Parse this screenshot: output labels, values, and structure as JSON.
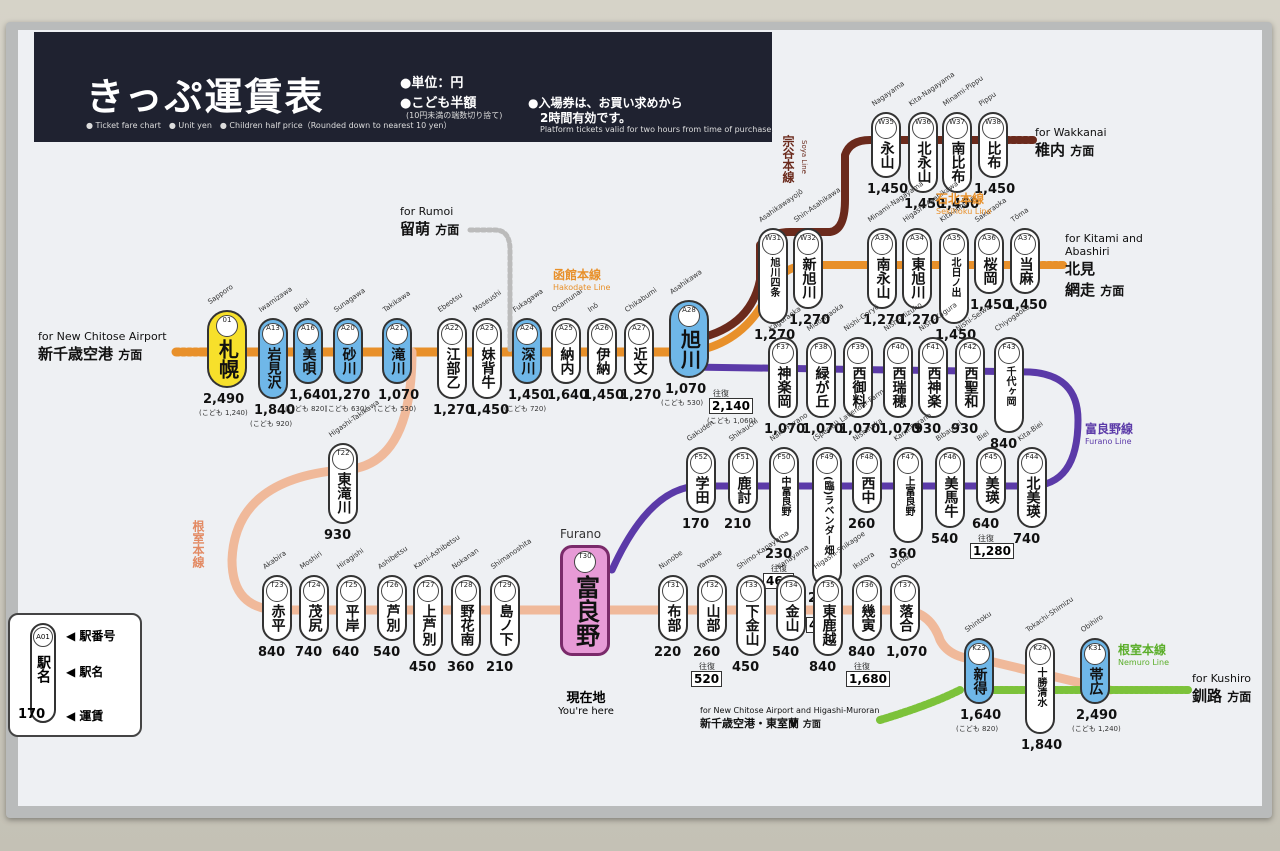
{
  "header": {
    "title": "きっぷ運賃表",
    "unit": "●単位：円",
    "child_half": "●こども半額",
    "child_note": "(10円未満の端数切り捨て)",
    "platform": "●入場券は、お買い求めから",
    "platform2": "2時間有効です。",
    "en_left": "● Ticket fare chart　● Unit yen　● Children half price（Rounded down to nearest 10 yen）",
    "en_right": "Platform tickets valid for two hours from time of purchase."
  },
  "colors": {
    "soya": "#6b2a1c",
    "sekihoku": "#e8902a",
    "hakodate": "#e8902a",
    "furano": "#5b3aa8",
    "nemuro": "#f0b99a",
    "nemuro_east": "#7cc23a",
    "sapporo": "#f7e02b",
    "blue": "#6fb7e8",
    "furano_st": "#e79ad6"
  },
  "directions": {
    "wakkanai": {
      "en": "for Wakkanai",
      "ja": "稚内",
      "hou": "方面"
    },
    "abashiri": {
      "en": "for Kitami and Abashiri",
      "ja": "北見",
      "ja2": "網走",
      "hou": "方面"
    },
    "rumoi": {
      "en": "for Rumoi",
      "ja": "留萌",
      "hou": "方面"
    },
    "chitose": {
      "en": "for New Chitose Airport",
      "ja": "新千歳空港",
      "hou": "方面"
    },
    "kushiro": {
      "en": "for Kushiro",
      "ja": "釧路",
      "hou": "方面"
    },
    "muroran": {
      "en": "for New Chitose Airport and Higashi-Muroran",
      "ja": "新千歳空港・東室蘭",
      "hou": "方面"
    }
  },
  "lines": {
    "soya": {
      "ja": "宗谷本線",
      "en": "Soya Line"
    },
    "sekihoku": {
      "ja": "石北本線",
      "en": "Sekihoku Line"
    },
    "hakodate": {
      "ja": "函館本線",
      "en": "Hakodate Line"
    },
    "furano": {
      "ja": "富良野線",
      "en": "Furano Line"
    },
    "nemuro": {
      "ja": "根室本線",
      "en": "Nemuro Line"
    },
    "nemuro_east": {
      "ja": "根室本線",
      "en": "Nemuro Line"
    }
  },
  "stations": [
    {
      "id": "sapporo",
      "ja": "札幌",
      "en": "Sapporo",
      "num": "01",
      "fare": "2,490",
      "child": "(こども 1,240)",
      "kind": "sapporo"
    },
    {
      "id": "iwamizawa",
      "ja": "岩見沢",
      "en": "Iwamizawa",
      "num": "A13",
      "fare": "1,840",
      "child": "(こども 920)",
      "kind": "blue"
    },
    {
      "id": "bibai",
      "ja": "美唄",
      "en": "Bibai",
      "num": "A16",
      "fare": "1,640",
      "child": "(こども 820)",
      "kind": "blue"
    },
    {
      "id": "sunagawa",
      "ja": "砂川",
      "en": "Sunagawa",
      "num": "A20",
      "fare": "1,270",
      "child": "(こども 630)",
      "kind": "blue"
    },
    {
      "id": "takikawa",
      "ja": "滝川",
      "en": "Takikawa",
      "num": "A21",
      "fare": "1,070",
      "child": "(こども 530)",
      "kind": "blue"
    },
    {
      "id": "ebeotsu",
      "ja": "江部乙",
      "en": "Ebeotsu",
      "num": "A22",
      "fare": "1,270",
      "child": "",
      "kind": "white"
    },
    {
      "id": "moseushi",
      "ja": "妹背牛",
      "en": "Moseushi",
      "num": "A23",
      "fare": "1,450",
      "child": "",
      "kind": "white"
    },
    {
      "id": "fukagawa",
      "ja": "深川",
      "en": "Fukagawa",
      "num": "A24",
      "fare": "1,450",
      "child": "(こども 720)",
      "kind": "blue"
    },
    {
      "id": "osamunai",
      "ja": "納内",
      "en": "Osamunai",
      "num": "A25",
      "fare": "1,640",
      "child": "",
      "kind": "white"
    },
    {
      "id": "ino",
      "ja": "伊納",
      "en": "Inō",
      "num": "A26",
      "fare": "1,450",
      "child": "",
      "kind": "white"
    },
    {
      "id": "chikabumi",
      "ja": "近文",
      "en": "Chikabumi",
      "num": "A27",
      "fare": "1,270",
      "child": "",
      "kind": "white"
    },
    {
      "id": "asahikawa",
      "ja": "旭川",
      "en": "Asahikawa",
      "num": "A28",
      "fare": "1,070",
      "child": "(こども 530)",
      "kind": "blue",
      "ret": "2,140",
      "retchild": "(こども 1,060)"
    },
    {
      "id": "asahikawayojo",
      "ja": "旭川四条",
      "en": "Asahikawayojō",
      "num": "W31",
      "fare": "1,270",
      "child": "",
      "kind": "white"
    },
    {
      "id": "shinasahikawa",
      "ja": "新旭川",
      "en": "Shin-Asahikawa",
      "num": "W32",
      "fare": "1,270",
      "child": "",
      "kind": "white"
    },
    {
      "id": "nagayama",
      "ja": "永山",
      "en": "Nagayama",
      "num": "W35",
      "fare": "1,450",
      "child": "",
      "kind": "white"
    },
    {
      "id": "kitanagayama",
      "ja": "北永山",
      "en": "Kita-Nagayama",
      "num": "W36",
      "fare": "1,450",
      "child": "",
      "kind": "white"
    },
    {
      "id": "minamipippu",
      "ja": "南比布",
      "en": "Minami-Pippu",
      "num": "W37",
      "fare": "1,450",
      "child": "",
      "kind": "white"
    },
    {
      "id": "pippu",
      "ja": "比布",
      "en": "Pippu",
      "num": "W38",
      "fare": "1,450",
      "child": "",
      "kind": "white"
    },
    {
      "id": "minaminagayama",
      "ja": "南永山",
      "en": "Minami-Nagayama",
      "num": "A33",
      "fare": "1,270",
      "child": "",
      "kind": "white"
    },
    {
      "id": "higashiasahikawa",
      "ja": "東旭川",
      "en": "Higashi-Asahikawa",
      "num": "A34",
      "fare": "1,270",
      "child": "",
      "kind": "white"
    },
    {
      "id": "kitahinode",
      "ja": "北日ノ出",
      "en": "Kita-Hinode",
      "num": "A35",
      "fare": "1,450",
      "child": "",
      "kind": "white"
    },
    {
      "id": "sakuraoka",
      "ja": "桜岡",
      "en": "Sakuraoka",
      "num": "A36",
      "fare": "1,450",
      "child": "",
      "kind": "white"
    },
    {
      "id": "tohma",
      "ja": "当麻",
      "en": "Tōma",
      "num": "A37",
      "fare": "1,450",
      "child": "",
      "kind": "white"
    },
    {
      "id": "kagura",
      "ja": "神楽岡",
      "en": "Kaguraoka",
      "num": "F37",
      "fare": "1,070",
      "child": "",
      "kind": "white"
    },
    {
      "id": "midorigaoka",
      "ja": "緑が丘",
      "en": "Midorigaoka",
      "num": "F38",
      "fare": "1,070",
      "child": "",
      "kind": "white"
    },
    {
      "id": "nishigoryo",
      "ja": "西御料",
      "en": "Nishi-Goryō",
      "num": "F39",
      "fare": "1,070",
      "child": "",
      "kind": "white"
    },
    {
      "id": "nishimizuho",
      "ja": "西瑞穂",
      "en": "Nishi-Mizuho",
      "num": "F40",
      "fare": "1,070",
      "child": "",
      "kind": "white"
    },
    {
      "id": "nishikagura",
      "ja": "西神楽",
      "en": "Nishi-Kagura",
      "num": "F41",
      "fare": "930",
      "child": "",
      "kind": "white"
    },
    {
      "id": "nishiseiwa",
      "ja": "西聖和",
      "en": "Nishi-Seiwa",
      "num": "F42",
      "fare": "930",
      "child": "",
      "kind": "white"
    },
    {
      "id": "chiyogaoka",
      "ja": "千代ヶ岡",
      "en": "Chiyogaoka",
      "num": "F43",
      "fare": "840",
      "child": "",
      "kind": "white"
    },
    {
      "id": "kitabiei",
      "ja": "北美瑛",
      "en": "Kita-Biei",
      "num": "F44",
      "fare": "740",
      "child": "",
      "kind": "white"
    },
    {
      "id": "biei",
      "ja": "美瑛",
      "en": "Biei",
      "num": "F45",
      "fare": "640",
      "child": "",
      "kind": "white",
      "ret": "1,280"
    },
    {
      "id": "bibaushi",
      "ja": "美馬牛",
      "en": "Bibaushi",
      "num": "F46",
      "fare": "540",
      "child": "",
      "kind": "white"
    },
    {
      "id": "kamifurano",
      "ja": "上富良野",
      "en": "Kami-Furano",
      "num": "F47",
      "fare": "360",
      "child": "",
      "kind": "white"
    },
    {
      "id": "nishinaka",
      "ja": "西中",
      "en": "Nishinaka",
      "num": "F48",
      "fare": "260",
      "child": "",
      "kind": "white"
    },
    {
      "id": "lavender",
      "ja": "(臨)ラベンダー畑",
      "en": "(Special) Lavender-Farm",
      "num": "F49",
      "fare": "230",
      "child": "",
      "kind": "white",
      "ret": "460"
    },
    {
      "id": "nakafurano",
      "ja": "中富良野",
      "en": "Naka-Furano",
      "num": "F50",
      "fare": "230",
      "child": "",
      "kind": "white",
      "ret": "460"
    },
    {
      "id": "shikauchi",
      "ja": "鹿討",
      "en": "Shikauchi",
      "num": "F51",
      "fare": "210",
      "child": "",
      "kind": "white"
    },
    {
      "id": "gakuden",
      "ja": "学田",
      "en": "Gakuden",
      "num": "F52",
      "fare": "170",
      "child": "",
      "kind": "white"
    },
    {
      "id": "furano",
      "ja": "富良野",
      "en": "Furano",
      "num": "T30",
      "fare": "",
      "child": "",
      "kind": "furano"
    },
    {
      "id": "higashitakikawa",
      "ja": "東滝川",
      "en": "Higashi-Takikawa",
      "num": "T22",
      "fare": "930",
      "child": "",
      "kind": "white"
    },
    {
      "id": "akabira",
      "ja": "赤平",
      "en": "Akabira",
      "num": "T23",
      "fare": "840",
      "child": "",
      "kind": "white"
    },
    {
      "id": "moshiri",
      "ja": "茂尻",
      "en": "Moshiri",
      "num": "T24",
      "fare": "740",
      "child": "",
      "kind": "white"
    },
    {
      "id": "hiragishi",
      "ja": "平岸",
      "en": "Hiragishi",
      "num": "T25",
      "fare": "640",
      "child": "",
      "kind": "white"
    },
    {
      "id": "ashibetsu",
      "ja": "芦別",
      "en": "Ashibetsu",
      "num": "T26",
      "fare": "540",
      "child": "",
      "kind": "white"
    },
    {
      "id": "kamiashibetsu",
      "ja": "上芦別",
      "en": "Kami-Ashibetsu",
      "num": "T27",
      "fare": "450",
      "child": "",
      "kind": "white"
    },
    {
      "id": "nokanan",
      "ja": "野花南",
      "en": "Nokanan",
      "num": "T28",
      "fare": "360",
      "child": "",
      "kind": "white"
    },
    {
      "id": "shimanoshita",
      "ja": "島ノ下",
      "en": "Shimanoshita",
      "num": "T29",
      "fare": "210",
      "child": "",
      "kind": "white"
    },
    {
      "id": "nunobe",
      "ja": "布部",
      "en": "Nunobe",
      "num": "T31",
      "fare": "220",
      "child": "",
      "kind": "white"
    },
    {
      "id": "yamabe",
      "ja": "山部",
      "en": "Yamabe",
      "num": "T32",
      "fare": "260",
      "child": "",
      "kind": "white",
      "ret": "520"
    },
    {
      "id": "shimokanayama",
      "ja": "下金山",
      "en": "Shimo-Kanayama",
      "num": "T33",
      "fare": "450",
      "child": "",
      "kind": "white"
    },
    {
      "id": "kanayama",
      "ja": "金山",
      "en": "Kanayama",
      "num": "T34",
      "fare": "540",
      "child": "",
      "kind": "white"
    },
    {
      "id": "higashishikagoe",
      "ja": "東鹿越",
      "en": "Higashi-Shikagoe",
      "num": "T35",
      "fare": "840",
      "child": "",
      "kind": "white"
    },
    {
      "id": "ikutora",
      "ja": "幾寅",
      "en": "Ikutora",
      "num": "T36",
      "fare": "840",
      "child": "",
      "kind": "white",
      "ret": "1,680"
    },
    {
      "id": "ochiai",
      "ja": "落合",
      "en": "Ochiai",
      "num": "T37",
      "fare": "1,070",
      "child": "",
      "kind": "white"
    },
    {
      "id": "shintoku",
      "ja": "新得",
      "en": "Shintoku",
      "num": "K23",
      "fare": "1,640",
      "child": "(こども 820)",
      "kind": "blue"
    },
    {
      "id": "tokachishimizu",
      "ja": "十勝清水",
      "en": "Tokachi-Shimizu",
      "num": "K24",
      "fare": "1,840",
      "child": "",
      "kind": "white"
    },
    {
      "id": "obihiro",
      "ja": "帯広",
      "en": "Obihiro",
      "num": "K31",
      "fare": "2,490",
      "child": "(こども 1,240)",
      "kind": "blue"
    }
  ],
  "round_trip_label": "往復",
  "current": {
    "ja": "現在地",
    "en": "You're here"
  },
  "legend": {
    "num_label": "駅番号",
    "name_label": "駅名",
    "fare_label": "運賃",
    "num": "A01",
    "name": "駅名",
    "fare": "170"
  }
}
